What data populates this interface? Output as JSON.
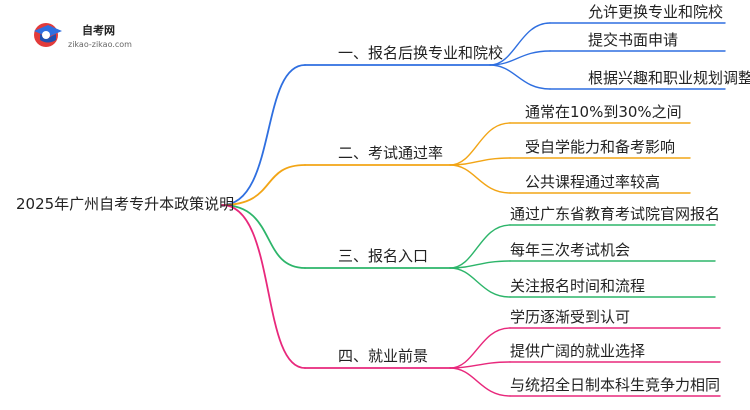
{
  "brand": {
    "name": "自考网",
    "url": "zikao-zikao.com"
  },
  "root": {
    "label": "2025年广州自考专升本政策说明"
  },
  "branches": [
    {
      "label": "一、报名后换专业和院校",
      "color": "#2f6fe0",
      "leaves": [
        "允许更换专业和院校",
        "提交书面申请",
        "根据兴趣和职业规划调整"
      ]
    },
    {
      "label": "二、考试通过率",
      "color": "#f2a516",
      "leaves": [
        "通常在10%到30%之间",
        "受自学能力和备考影响",
        "公共课程通过率较高"
      ]
    },
    {
      "label": "三、报名入口",
      "color": "#2db56a",
      "leaves": [
        "通过广东省教育考试院官网报名",
        "每年三次考试机会",
        "关注报名时间和流程"
      ]
    },
    {
      "label": "四、就业前景",
      "color": "#e8287c",
      "leaves": [
        "学历逐渐受到认可",
        "提供广阔的就业选择",
        "与统招全日制本科生竞争力相同"
      ]
    }
  ]
}
